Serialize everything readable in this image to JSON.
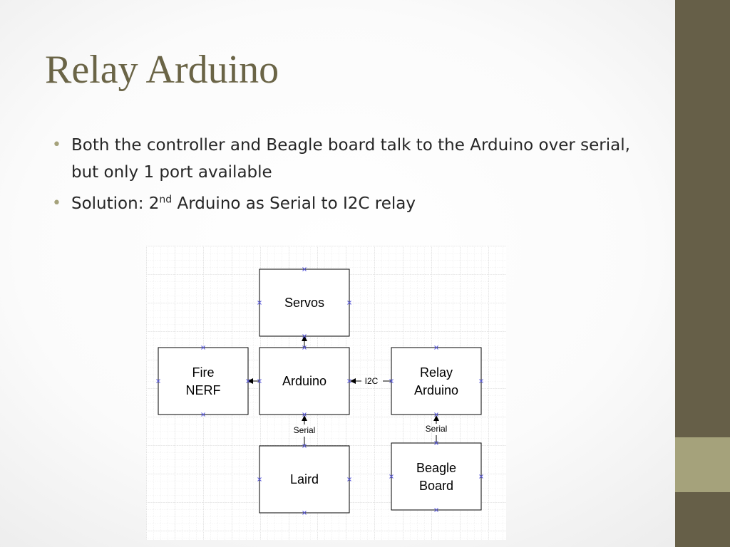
{
  "slide": {
    "title": "Relay Arduino",
    "bullets": [
      {
        "text": "Both the controller and Beagle board talk to the Arduino over serial, but only 1 port available"
      },
      {
        "prefix": "Solution: 2",
        "superscript": "nd",
        "suffix": " Arduino as Serial to I2C relay"
      }
    ]
  },
  "diagram": {
    "nodes": {
      "servos": {
        "lines": [
          "Servos"
        ]
      },
      "fire_nerf": {
        "lines": [
          "Fire",
          "NERF"
        ]
      },
      "arduino": {
        "lines": [
          "Arduino"
        ]
      },
      "relay_arduino": {
        "lines": [
          "Relay",
          "Arduino"
        ]
      },
      "laird": {
        "lines": [
          "Laird"
        ]
      },
      "beagle_board": {
        "lines": [
          "Beagle",
          "Board"
        ]
      }
    },
    "edges": {
      "i2c_label": "I2C",
      "laird_serial_label": "Serial",
      "beagle_serial_label": "Serial"
    }
  },
  "colors": {
    "sidebar": "#665f48",
    "sidebar_accent": "#a5a27b",
    "title": "#6a6446",
    "bullet": "#a5a27b",
    "connection_point": "#5a5adf"
  }
}
